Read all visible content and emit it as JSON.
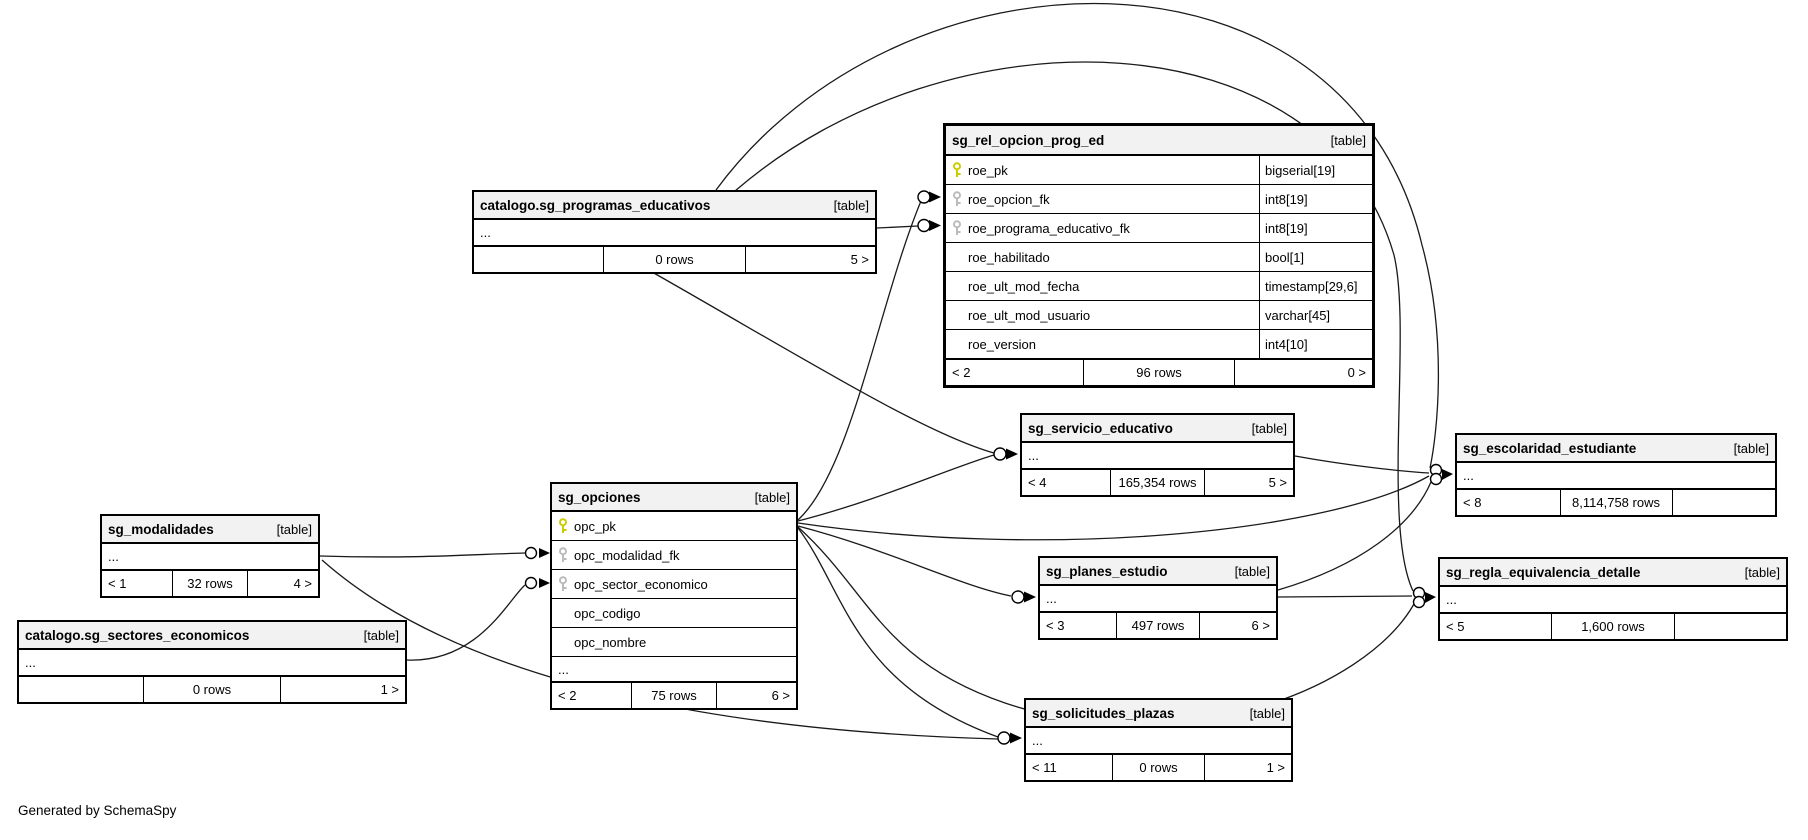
{
  "footer_note": "Generated by SchemaSpy",
  "colors": {
    "primary_key": "#cccc00",
    "foreign_key": "#bbbbbb",
    "edge": "#1a1a1a"
  },
  "tables": {
    "programas": {
      "title": "catalogo.sg_programas_educativos",
      "tag": "[table]",
      "ellipsis": "...",
      "footer": {
        "left": "",
        "center": "0 rows",
        "right": "5 >"
      }
    },
    "rel": {
      "title": "sg_rel_opcion_prog_ed",
      "tag": "[table]",
      "cols": {
        "c1": {
          "name": "roe_pk",
          "type": "bigserial[19]"
        },
        "c2": {
          "name": "roe_opcion_fk",
          "type": "int8[19]"
        },
        "c3": {
          "name": "roe_programa_educativo_fk",
          "type": "int8[19]"
        },
        "c4": {
          "name": "roe_habilitado",
          "type": "bool[1]"
        },
        "c5": {
          "name": "roe_ult_mod_fecha",
          "type": "timestamp[29,6]"
        },
        "c6": {
          "name": "roe_ult_mod_usuario",
          "type": "varchar[45]"
        },
        "c7": {
          "name": "roe_version",
          "type": "int4[10]"
        }
      },
      "footer": {
        "left": "< 2",
        "center": "96 rows",
        "right": "0 >"
      }
    },
    "servicio": {
      "title": "sg_servicio_educativo",
      "tag": "[table]",
      "ellipsis": "...",
      "footer": {
        "left": "< 4",
        "center": "165,354 rows",
        "right": "5 >"
      }
    },
    "escolaridad": {
      "title": "sg_escolaridad_estudiante",
      "tag": "[table]",
      "ellipsis": "...",
      "footer": {
        "left": "< 8",
        "center": "8,114,758 rows",
        "right": ""
      }
    },
    "modalidades": {
      "title": "sg_modalidades",
      "tag": "[table]",
      "ellipsis": "...",
      "footer": {
        "left": "< 1",
        "center": "32 rows",
        "right": "4 >"
      }
    },
    "opciones": {
      "title": "sg_opciones",
      "tag": "[table]",
      "ellipsis": "...",
      "cols": {
        "c1": {
          "name": "opc_pk"
        },
        "c2": {
          "name": "opc_modalidad_fk"
        },
        "c3": {
          "name": "opc_sector_economico"
        },
        "c4": {
          "name": "opc_codigo"
        },
        "c5": {
          "name": "opc_nombre"
        }
      },
      "footer": {
        "left": "< 2",
        "center": "75 rows",
        "right": "6 >"
      }
    },
    "sectores": {
      "title": "catalogo.sg_sectores_economicos",
      "tag": "[table]",
      "ellipsis": "...",
      "footer": {
        "left": "",
        "center": "0 rows",
        "right": "1 >"
      }
    },
    "planes": {
      "title": "sg_planes_estudio",
      "tag": "[table]",
      "ellipsis": "...",
      "footer": {
        "left": "< 3",
        "center": "497 rows",
        "right": "6 >"
      }
    },
    "regla": {
      "title": "sg_regla_equivalencia_detalle",
      "tag": "[table]",
      "ellipsis": "...",
      "footer": {
        "left": "< 5",
        "center": "1,600 rows",
        "right": ""
      }
    },
    "solicitudes": {
      "title": "sg_solicitudes_plazas",
      "tag": "[table]",
      "ellipsis": "...",
      "footer": {
        "left": "< 11",
        "center": "0 rows",
        "right": "1 >"
      }
    }
  }
}
